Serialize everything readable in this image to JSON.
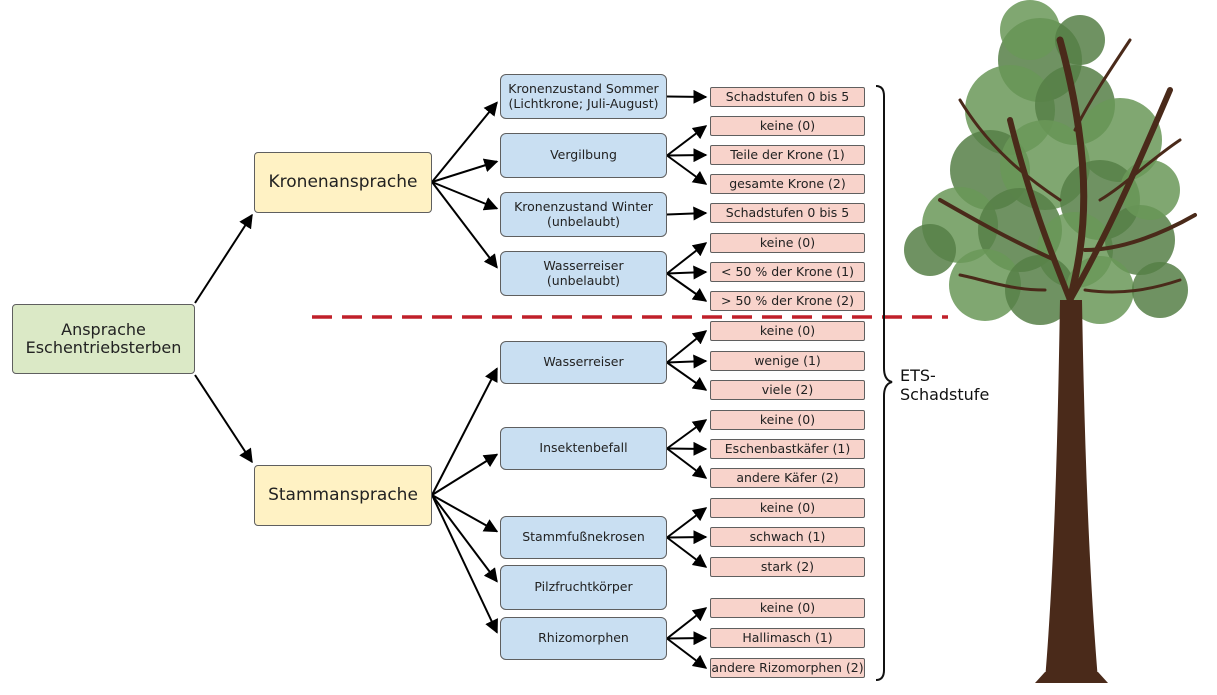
{
  "root": "Ansprache\nEschentriebsterben",
  "crown": {
    "label": "Kronenansprache",
    "categories": [
      {
        "label": "Kronenzustand Sommer\n(Lichtkrone; Juli-August)",
        "options": [
          "Schadstufen 0 bis 5"
        ]
      },
      {
        "label": "Vergilbung",
        "options": [
          "keine (0)",
          "Teile der Krone (1)",
          "gesamte Krone (2)"
        ]
      },
      {
        "label": "Kronenzustand Winter\n(unbelaubt)",
        "options": [
          "Schadstufen 0 bis 5"
        ]
      },
      {
        "label": "Wasserreiser\n(unbelaubt)",
        "options": [
          "keine (0)",
          "< 50 % der Krone (1)",
          "> 50 % der Krone (2)"
        ]
      }
    ]
  },
  "stem": {
    "label": "Stammansprache",
    "categories": [
      {
        "label": "Wasserreiser",
        "options": [
          "keine (0)",
          "wenige (1)",
          "viele (2)"
        ]
      },
      {
        "label": "Insektenbefall",
        "options": [
          "keine (0)",
          "Eschenbastkäfer (1)",
          "andere Käfer (2)"
        ]
      },
      {
        "label": "Stammfußnekrosen",
        "options": [
          "keine (0)",
          "schwach (1)",
          "stark (2)"
        ]
      },
      {
        "label": "Pilzfruchtkörper",
        "options": []
      },
      {
        "label": "Rhizomorphen",
        "options": [
          "keine (0)",
          "Hallimasch (1)",
          "andere Rizomorphen (2)"
        ]
      }
    ]
  },
  "result_label": "ETS-\nSchadstufe",
  "colors": {
    "root": "#dbe9c6",
    "main": "#fff2c4",
    "category": "#c9dff2",
    "option": "#f8d3cb",
    "divider": "#c0202a",
    "trunk": "#4a2a1a",
    "foliage": "#5e8b4e"
  }
}
